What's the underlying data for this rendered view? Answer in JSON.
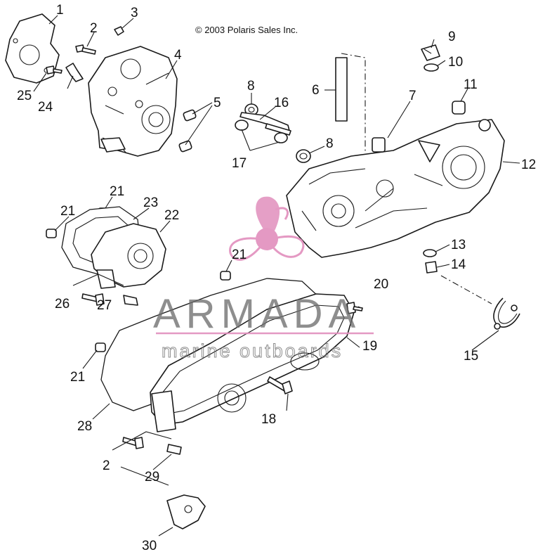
{
  "copyright": "© 2003 Polaris Sales Inc.",
  "watermark": {
    "title": "ARMADA",
    "subtitle": "marine outboards",
    "accent_color": "#e28fbd",
    "text_color": "#6d6d6d"
  },
  "callouts": [
    "1",
    "2",
    "3",
    "4",
    "5",
    "6",
    "7",
    "8",
    "8",
    "9",
    "10",
    "11",
    "12",
    "13",
    "14",
    "15",
    "16",
    "17",
    "18",
    "19",
    "20",
    "21",
    "21",
    "21",
    "21",
    "22",
    "23",
    "24",
    "25",
    "26",
    "27",
    "28",
    "29",
    "2",
    "30"
  ]
}
